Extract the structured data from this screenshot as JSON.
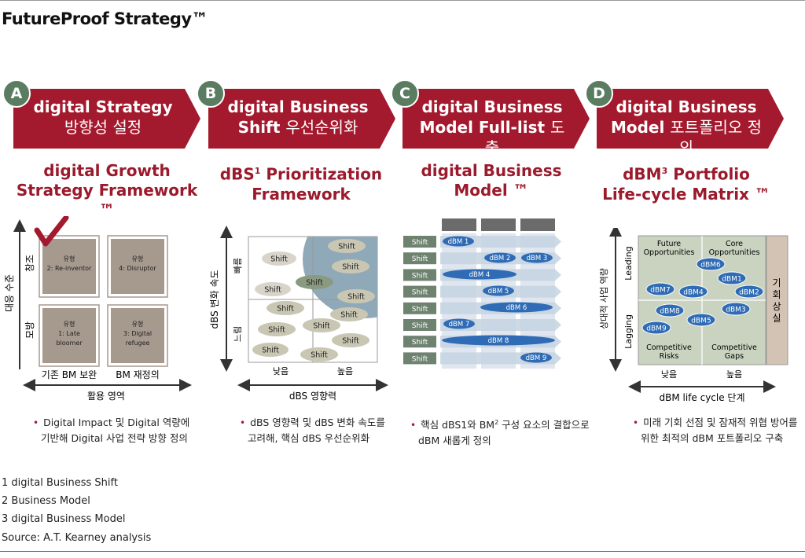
{
  "page_title": "FutureProof Strategy™",
  "columns": [
    {
      "badge": "A",
      "arrow_line1": "digital Strategy",
      "arrow_line2": "방향성 설정",
      "title_line1": "digital Growth",
      "title_line2": "Strategy Framework ™",
      "bullet_line1": "Digital Impact 및 Digital 역량에",
      "bullet_line2": "기반해 Digital 사업 전략 방향 정의"
    },
    {
      "badge": "B",
      "arrow_line1": "digital Business",
      "arrow_line2a": "Shift",
      "arrow_line2b": "우선순위화",
      "title_line1": "dBS",
      "title_sup": "1",
      "title_line1b": "Prioritization",
      "title_line2": "Framework",
      "bullet_line1": "dBS 영향력 및 dBS 변화 속도를",
      "bullet_line2": "고려해, 핵심 dBS 우선순위화"
    },
    {
      "badge": "C",
      "arrow_line1": "digital Business",
      "arrow_line2a": "Model Full-list",
      "arrow_line2b": "도출",
      "title_line1": "digital Business",
      "title_line2": "Model ™",
      "bullet_line1a": "핵심 dBS1와 BM",
      "bullet_sup": "2",
      "bullet_line1b": "구성 요소의 결합으로",
      "bullet_line2": "dBM 새롭게 정의"
    },
    {
      "badge": "D",
      "arrow_line1": "digital Business",
      "arrow_line2a": "Model",
      "arrow_line2b": "포트폴리오 정의",
      "title_line1": "dBM",
      "title_sup": "3",
      "title_line1b": "Portfolio",
      "title_line2": "Life-cycle Matrix ™",
      "bullet_line1": "미래 기회 선점 및 잠재적 위협 방어를",
      "bullet_line2": "위한 최적의 dBM 포트폴리오 구축"
    }
  ],
  "matrix_a": {
    "y_axis": "대응 수준",
    "y_top": "창조",
    "y_bottom": "모방",
    "x_axis": "활용 영역",
    "x_left": "기존 BM 보완",
    "x_right": "BM 재정의",
    "cells": [
      {
        "type": "유형",
        "name": "2: Re-inventor"
      },
      {
        "type": "유형",
        "name": "4: Disruptor"
      },
      {
        "type": "유형",
        "name_l1": "1: Late",
        "name_l2": "bloomer"
      },
      {
        "type": "유형",
        "name_l1": "3: Digital",
        "name_l2": "refugee"
      }
    ],
    "fill": "#a6998e",
    "selected_color": "#a3192d"
  },
  "matrix_b": {
    "y_axis": "dBS 변화 속도",
    "y_top": "빠름",
    "y_bottom": "느림",
    "x_axis": "dBS 영향력",
    "x_left": "낮음",
    "x_right": "높음",
    "bubble_label": "Shift",
    "highlight_color": "#8fa9b8"
  },
  "matrix_c": {
    "row_label": "Shift",
    "models": [
      "dBM 1",
      "dBM 2",
      "dBM 3",
      "dBM 4",
      "dBM 5",
      "dBM 6",
      "dBM 7",
      "dBM 8",
      "dBM 9"
    ],
    "oval_color": "#2f6cb5"
  },
  "matrix_d": {
    "y_axis": "상대적 사업 역량",
    "y_top": "Leading",
    "y_bottom": "Lagging",
    "x_axis": "dBM life cycle 단계",
    "x_left": "낮음",
    "x_right": "높음",
    "q_tl_l1": "Future",
    "q_tl_l2": "Opportunities",
    "q_tr_l1": "Core",
    "q_tr_l2": "Opportunities",
    "q_bl_l1": "Competitive",
    "q_bl_l2": "Risks",
    "q_br_l1": "Competitive",
    "q_br_l2": "Gaps",
    "side": [
      "기",
      "회",
      "상",
      "실"
    ],
    "models": [
      "dBM6",
      "dBM1",
      "dBM7",
      "dBM4",
      "dBM2",
      "dBM8",
      "dBM3",
      "dBM5",
      "dBM9"
    ],
    "grid_color": "#c9d3c0",
    "side_color": "#d2c3b4"
  },
  "footnotes": [
    "1 digital Business Shift",
    "2 Business Model",
    "3 digital Business Model",
    "Source: A.T. Kearney analysis"
  ]
}
